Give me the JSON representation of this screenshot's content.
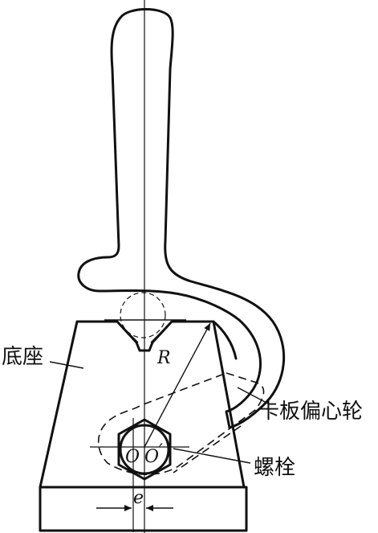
{
  "labels": {
    "base": "底座",
    "eccentric_clamp": "卡板偏心轮",
    "bolt": "螺栓",
    "radius": "R",
    "eccentricity": "e",
    "center_o1": "O",
    "center_o2": "O",
    "center_prime": "′"
  }
}
